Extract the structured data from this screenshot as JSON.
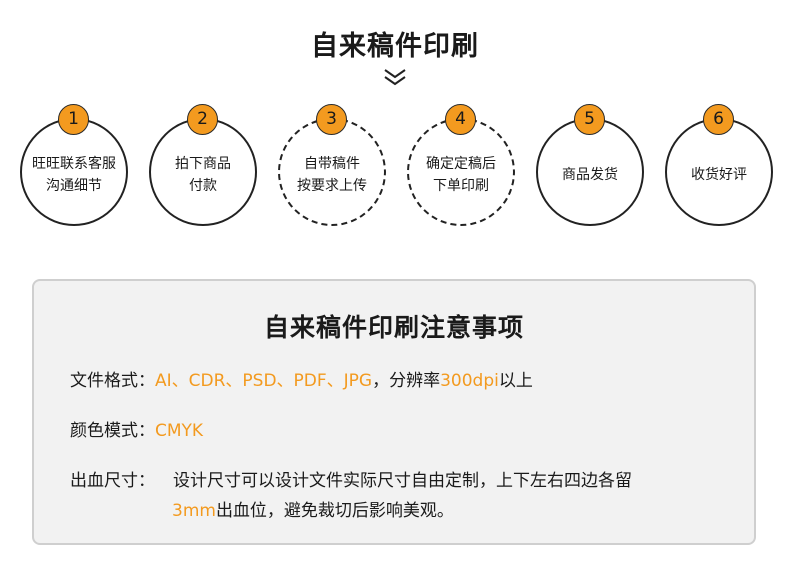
{
  "title": "自来稿件印刷",
  "steps": [
    {
      "num": "1",
      "label_line1": "旺旺联系客服",
      "label_line2": "沟通细节",
      "style": "solid"
    },
    {
      "num": "2",
      "label_line1": "拍下商品",
      "label_line2": "付款",
      "style": "solid"
    },
    {
      "num": "3",
      "label_line1": "自带稿件",
      "label_line2": "按要求上传",
      "style": "dashed"
    },
    {
      "num": "4",
      "label_line1": "确定定稿后",
      "label_line2": "下单印刷",
      "style": "dashed"
    },
    {
      "num": "5",
      "label_line1": "商品发货",
      "label_line2": "",
      "style": "solid"
    },
    {
      "num": "6",
      "label_line1": "收货好评",
      "label_line2": "",
      "style": "solid"
    }
  ],
  "notice": {
    "title": "自来稿件印刷注意事项",
    "formats": {
      "key": "文件格式：",
      "value_orange": "AI、CDR、PSD、PDF、JPG",
      "value_mid": "，分辨率",
      "value_orange2": "300dpi",
      "value_end": "以上"
    },
    "color_mode": {
      "key": "颜色模式：",
      "value_orange": "CMYK"
    },
    "bleed": {
      "key": "出血尺寸：",
      "line1": "设计尺寸可以设计文件实际尺寸自由定制，上下左右四边各留",
      "line2_orange": "3mm",
      "line2_rest": "出血位，避免裁切后影响美观。"
    }
  },
  "colors": {
    "accent": "#f39a1f",
    "panel_bg": "#f2f2f2",
    "panel_border": "#cfcfcf",
    "text": "#1a1a1a"
  }
}
